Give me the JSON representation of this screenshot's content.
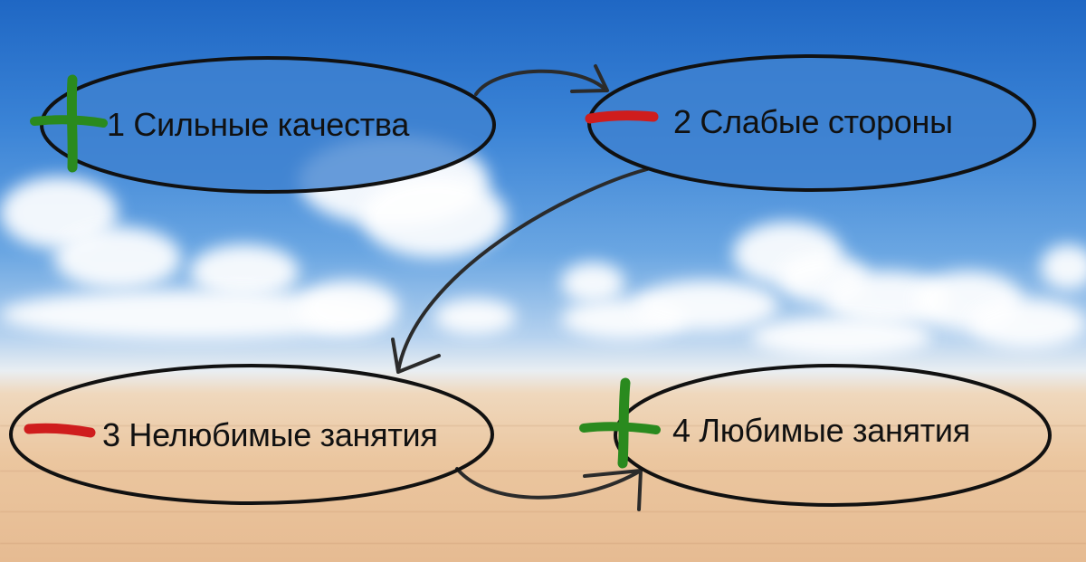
{
  "nodes": [
    {
      "id": "n1",
      "label": "1 Сильные качества",
      "sign": "plus"
    },
    {
      "id": "n2",
      "label": "2 Слабые стороны",
      "sign": "minus"
    },
    {
      "id": "n3",
      "label": "3 Нелюбимые занятия",
      "sign": "minus"
    },
    {
      "id": "n4",
      "label": "4 Любимые занятия",
      "sign": "plus"
    }
  ],
  "edges": [
    {
      "from": "n1",
      "to": "n2"
    },
    {
      "from": "n2",
      "to": "n3"
    },
    {
      "from": "n3",
      "to": "n4"
    }
  ],
  "colors": {
    "plus": "#2a8a1e",
    "minus": "#cf1d1d",
    "ellipse_fill": "#3f82cf",
    "ellipse_stroke": "#111111",
    "arrow": "#2b2b2b"
  }
}
